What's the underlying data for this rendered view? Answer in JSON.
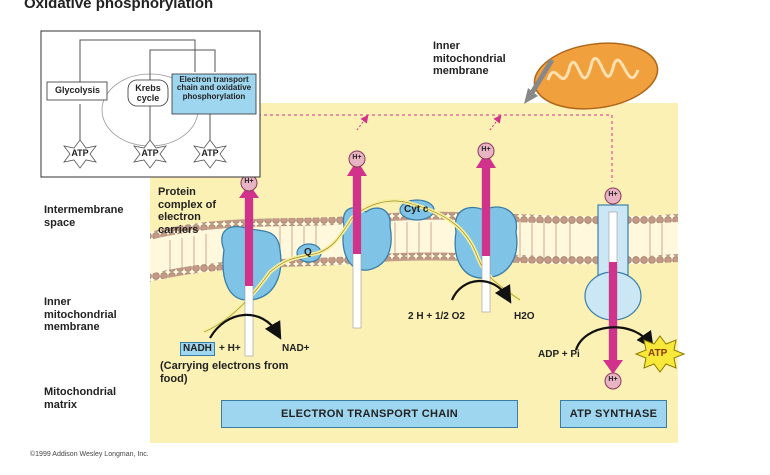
{
  "title": "Oxidative phosphorylation",
  "overview": {
    "glycolysis": "Glycolysis",
    "krebs": "Krebs cycle",
    "etc_box": "Electron transport chain and oxidative phosphorylation",
    "atp": "ATP"
  },
  "labels": {
    "inner_membrane_top": "Inner mitochondrial membrane",
    "intermembrane_space": "Intermembrane space",
    "inner_membrane_side": "Inner mitochondrial membrane",
    "matrix": "Mitochondrial matrix",
    "protein_complex": "Protein complex of electron carriers",
    "q": "Q",
    "cyt_c": "Cyt c",
    "h_plus": "H+",
    "nadh": "NADH",
    "plus_h": "+ H+",
    "nad_plus": "NAD+",
    "carrying": "(Carrying electrons from food)",
    "water_reaction_left": "2 H + 1/2 O2",
    "water_product": "H2O",
    "adp": "ADP + Pi",
    "atp": "ATP"
  },
  "boxes": {
    "etc": "ELECTRON TRANSPORT CHAIN",
    "atp_synthase": "ATP SYNTHASE"
  },
  "copyright": "©1999 Addison Wesley Longman, Inc.",
  "colors": {
    "space": "#fbf1b4",
    "membrane_head": "#c49a86",
    "protein": "#7fc4e6",
    "proton_arrow": "#d0328c",
    "box": "#9fd6ef",
    "mito": "#f0a03c"
  }
}
